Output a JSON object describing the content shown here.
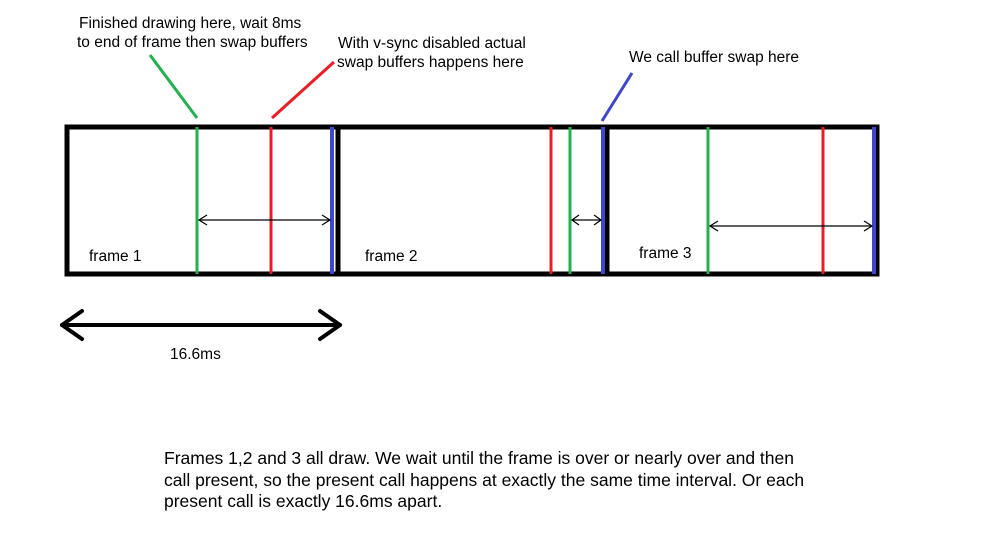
{
  "annotations": {
    "green_label": [
      "Finished drawing here, wait 8ms",
      "to end of frame then swap buffers"
    ],
    "red_label": [
      "With v-sync disabled actual",
      "swap buffers happens here"
    ],
    "blue_label": [
      "We call buffer swap here"
    ]
  },
  "frames": [
    {
      "label": "frame 1"
    },
    {
      "label": "frame 2"
    },
    {
      "label": "frame 3"
    }
  ],
  "interval_label": "16.6ms",
  "description": [
    "Frames 1,2 and 3 all draw. We wait until the frame is over or nearly over and then",
    "call present, so the present call happens at exactly the same time interval. Or each",
    "present call is exactly 16.6ms apart."
  ],
  "colors": {
    "finished_drawing": "#22b14c",
    "actual_swap": "#ed1c24",
    "call_swap": "#3f48cc",
    "outline": "#000000"
  }
}
